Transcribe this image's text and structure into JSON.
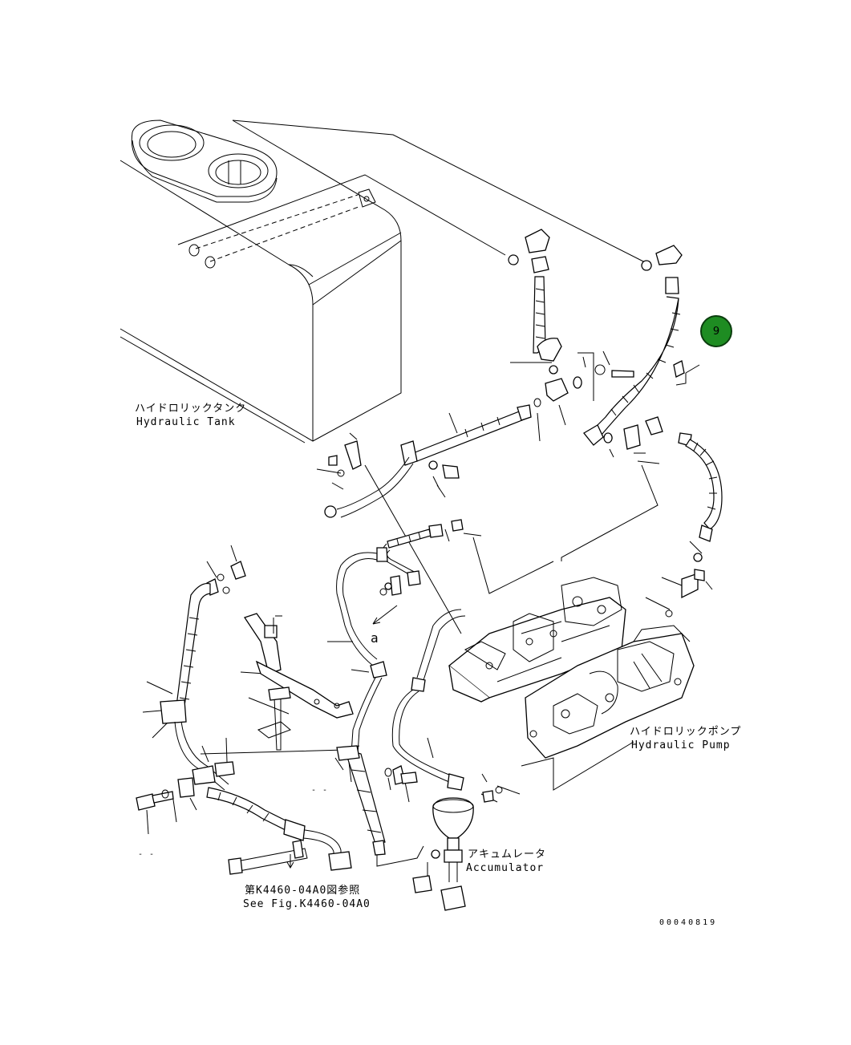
{
  "callout": {
    "number": "9",
    "color": "#1e8c22"
  },
  "labels": {
    "hydraulic_tank_jp": "ハイドロリックタンク",
    "hydraulic_tank_en": "Hydraulic Tank",
    "hydraulic_pump_jp": "ハイドロリックポンプ",
    "hydraulic_pump_en": "Hydraulic Pump",
    "accumulator_jp": "アキュムレータ",
    "accumulator_en": "Accumulator",
    "see_fig_jp": "第K4460-04A0図参照",
    "see_fig_en": "See Fig.K4460-04A0",
    "detail_mark": "a",
    "dash_1": "- -",
    "dash_2": "- -",
    "figure_number": "00040819"
  }
}
